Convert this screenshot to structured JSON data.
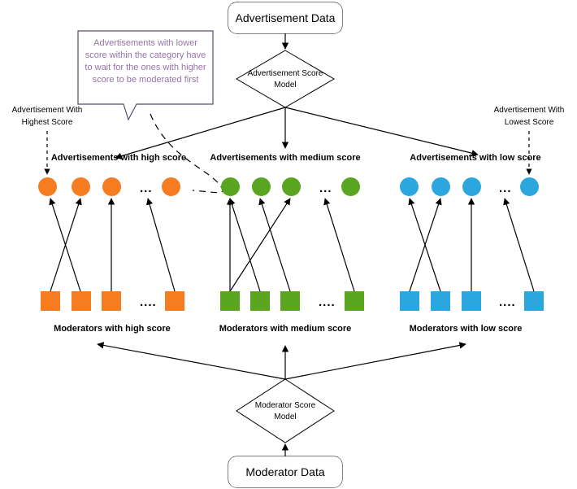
{
  "diagram": {
    "title_top": "Advertisement Data",
    "title_bottom": "Moderator Data",
    "model_top_line1": "Advertisement Score",
    "model_top_line2": "Model",
    "model_bottom_line1": "Moderator Score",
    "model_bottom_line2": "Model",
    "callout": "Advertisements with lower score within the category have to wait for the ones with higher score to be moderated first",
    "annotation_left_line1": "Advertisement With",
    "annotation_left_line2": "Highest Score",
    "annotation_right_line1": "Advertisement With",
    "annotation_right_line2": "Lowest Score",
    "ellipsis_ads": "...",
    "ellipsis_mods": "....",
    "ad_groups": [
      {
        "label": "Advertisements with high score",
        "color": "#f57c20",
        "count": 4
      },
      {
        "label": "Advertisements with medium score",
        "color": "#5aa520",
        "count": 4
      },
      {
        "label": "Advertisements with low score",
        "color": "#2ba6de",
        "count": 4
      }
    ],
    "moderator_groups": [
      {
        "label": "Moderators with high score",
        "color": "#f57c20",
        "count": 4
      },
      {
        "label": "Moderators with medium score",
        "color": "#5aa520",
        "count": 4
      },
      {
        "label": "Moderators with low score",
        "color": "#2ba6de",
        "count": 4
      }
    ],
    "colors": {
      "high": "#f57c20",
      "medium": "#5aa520",
      "low": "#2ba6de",
      "callout_text": "#9673a6",
      "callout_border": "#5c4a6b",
      "stroke": "#000000",
      "background": "#ffffff"
    }
  }
}
